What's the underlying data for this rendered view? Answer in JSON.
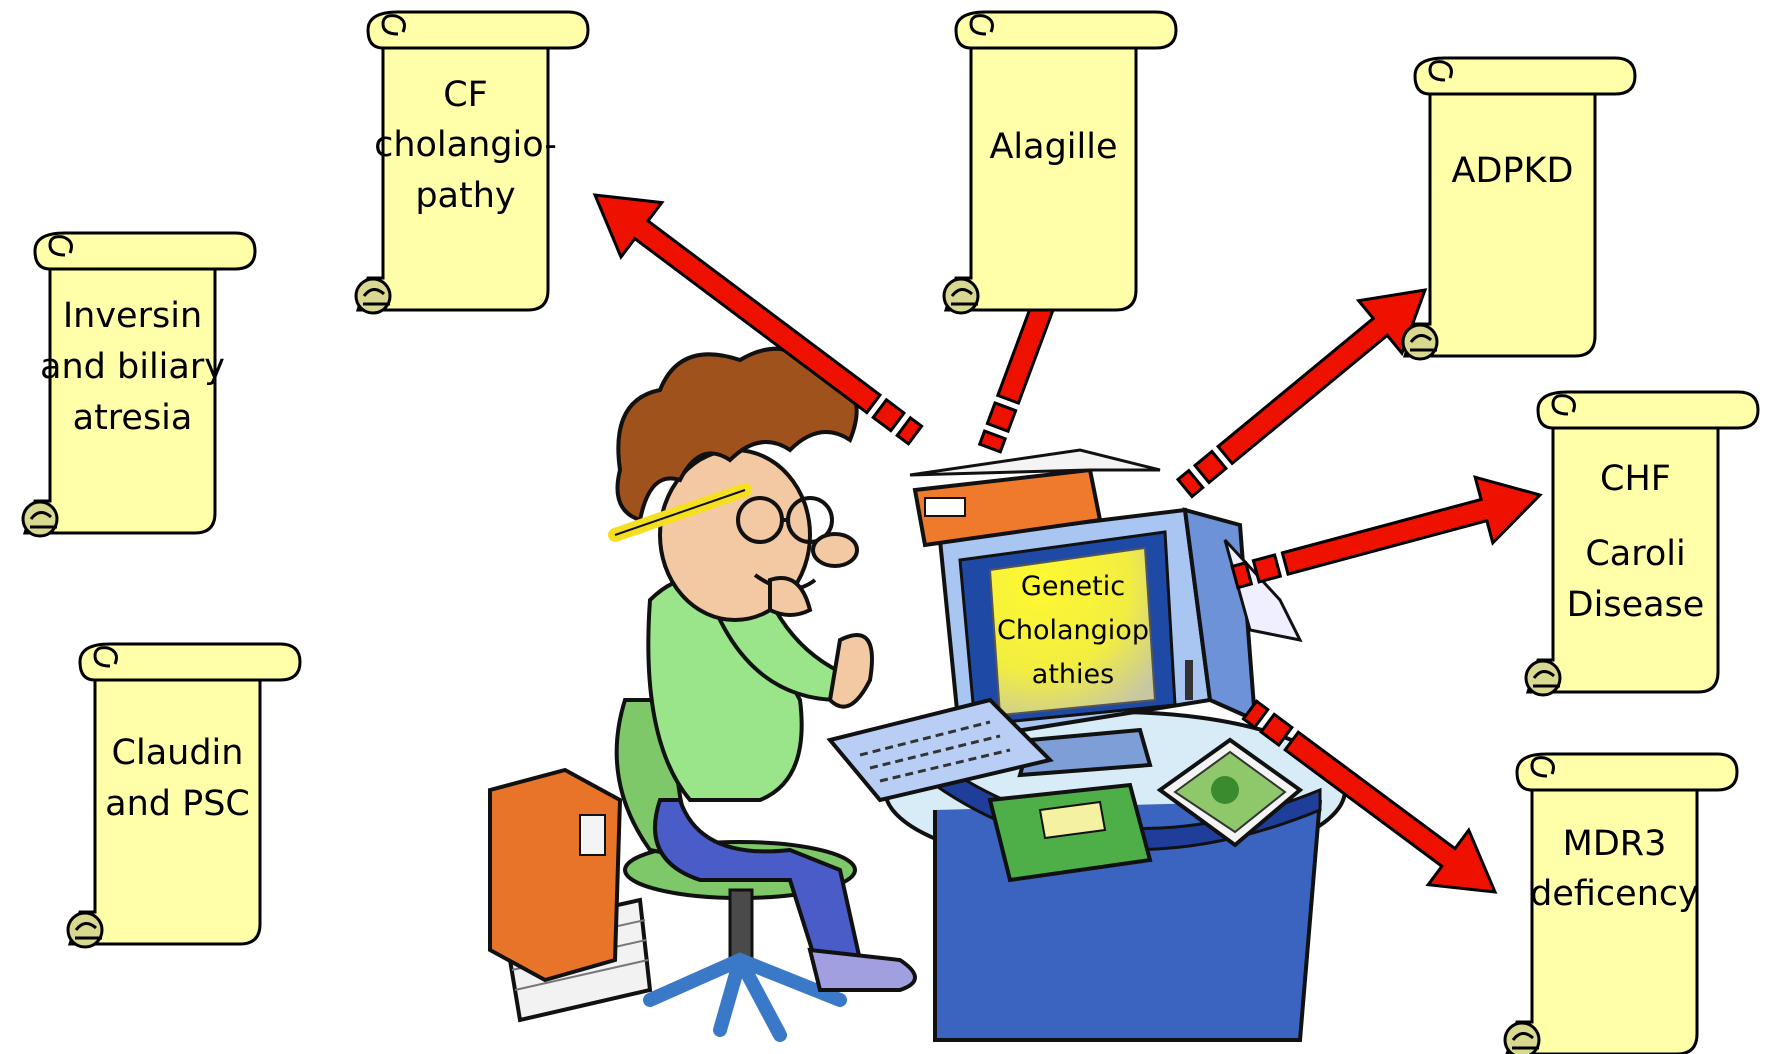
{
  "center": {
    "lines": [
      "Genetic",
      "Cholangiop",
      "athies"
    ]
  },
  "scrolls": {
    "cf": {
      "lines": [
        "CF",
        "cholangio-",
        "pathy"
      ]
    },
    "alagille": {
      "lines": [
        "Alagille"
      ]
    },
    "adpkd": {
      "lines": [
        "ADPKD"
      ]
    },
    "inversin": {
      "lines": [
        "Inversin",
        "and biliary",
        "atresia"
      ]
    },
    "chf": {
      "lines": [
        "CHF",
        "Caroli",
        "Disease"
      ]
    },
    "claudin": {
      "lines": [
        "Claudin",
        "and PSC"
      ]
    },
    "mdr3": {
      "lines": [
        "MDR3",
        "deficency"
      ]
    }
  },
  "colors": {
    "scroll_fill": "#FFFFAA",
    "scroll_curl": "#D8D890",
    "arrow": "#EE1100",
    "screen": "#F5F020"
  }
}
